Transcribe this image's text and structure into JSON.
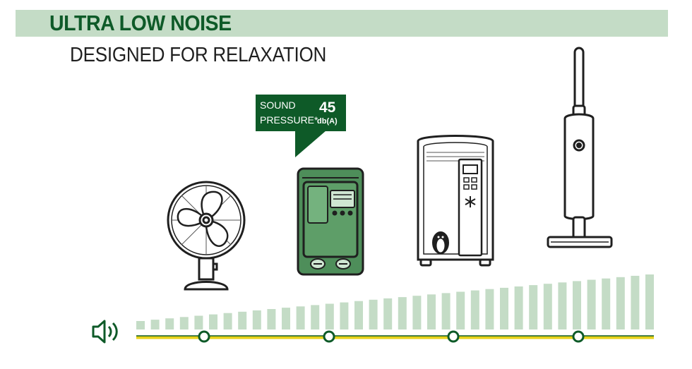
{
  "header": {
    "title": "ULTRA LOW NOISE",
    "subtitle": "DESIGNED FOR RELAXATION"
  },
  "callout": {
    "label_line1": "SOUND",
    "label_line2": "PRESSURE*",
    "value": "45",
    "unit": "db(A)"
  },
  "devices": [
    {
      "name": "desk-fan",
      "icon": "fan-icon"
    },
    {
      "name": "pump-controller",
      "icon": "pump-controller-icon",
      "highlighted": true
    },
    {
      "name": "portable-air-conditioner",
      "icon": "air-conditioner-icon"
    },
    {
      "name": "vacuum-cleaner",
      "icon": "vacuum-cleaner-icon"
    }
  ],
  "volume_scale": {
    "icon": "speaker-icon",
    "bar_count": 36,
    "markers": 4
  },
  "colors": {
    "brand_green": "#0e5a28",
    "light_green": "#c4dcc6",
    "bar_green": "#c4dcc6",
    "axis_yellow": "#e8d21a",
    "device_green": "#4e8e5a"
  }
}
